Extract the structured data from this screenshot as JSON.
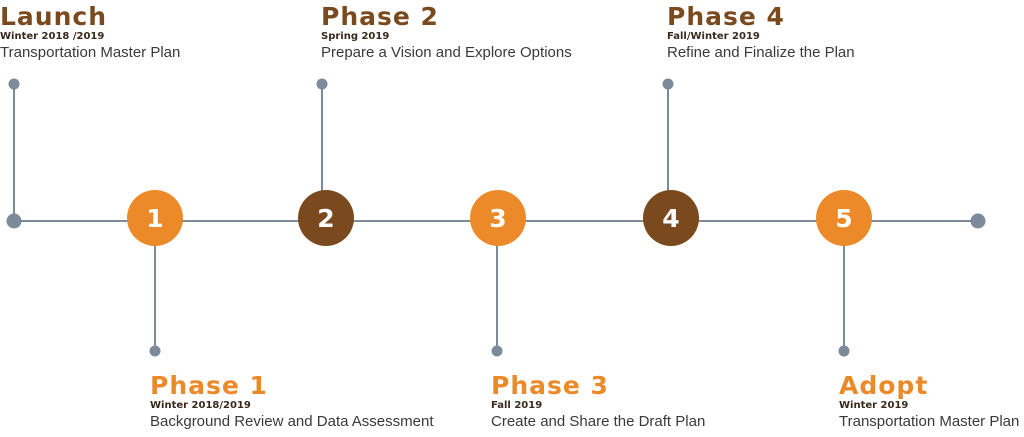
{
  "colors": {
    "line": "#7d8a99",
    "dot": "#7d8a99",
    "orange": "#ec8a2a",
    "brown": "#7a4a1e",
    "circle_text": "#ffffff"
  },
  "circles": [
    {
      "number": "1",
      "color": "#ec8a2a"
    },
    {
      "number": "2",
      "color": "#7a4a1e"
    },
    {
      "number": "3",
      "color": "#ec8a2a"
    },
    {
      "number": "4",
      "color": "#7a4a1e"
    },
    {
      "number": "5",
      "color": "#ec8a2a"
    }
  ],
  "labels": {
    "launch": {
      "title": "Launch",
      "date": "Winter 2018 /2019",
      "desc": "Transportation Master Plan"
    },
    "phase1": {
      "title": "Phase 1",
      "date": "Winter 2018/2019",
      "desc": "Background Review and Data Assessment"
    },
    "phase2": {
      "title": "Phase 2",
      "date": "Spring 2019",
      "desc": "Prepare a Vision and Explore Options"
    },
    "phase3": {
      "title": "Phase 3",
      "date": "Fall 2019",
      "desc": "Create and Share the Draft Plan"
    },
    "phase4": {
      "title": "Phase 4",
      "date": "Fall/Winter 2019",
      "desc": "Refine and Finalize the Plan"
    },
    "adopt": {
      "title": "Adopt",
      "date": "Winter 2019",
      "desc": "Transportation Master Plan"
    }
  }
}
